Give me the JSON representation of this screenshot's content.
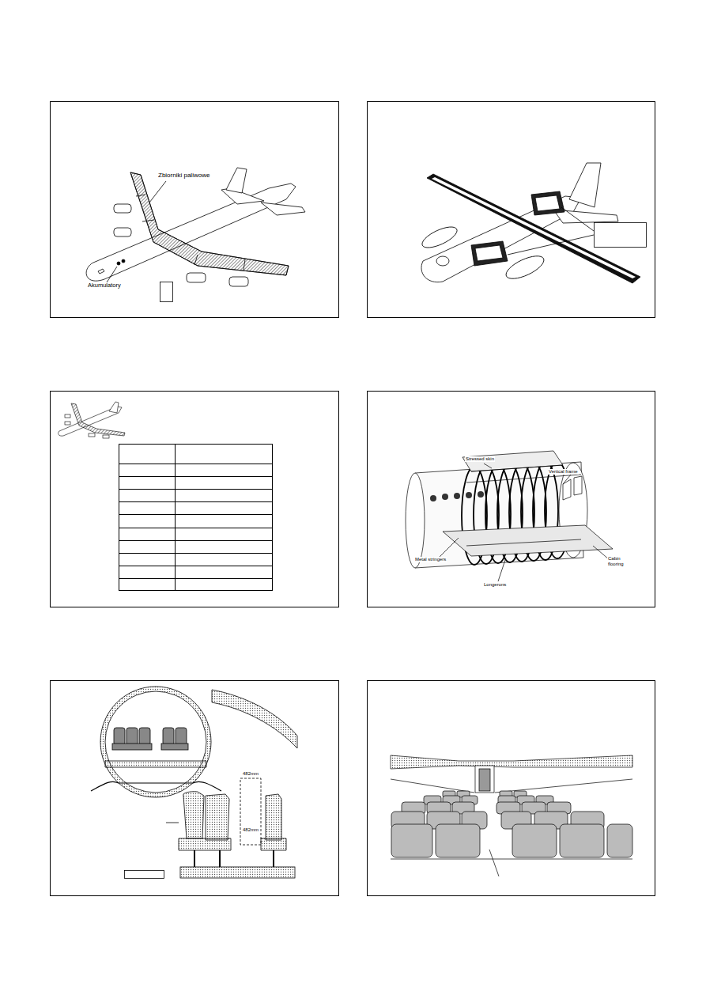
{
  "diagram": {
    "labels": [
      "Zbiorniki paliwowe",
      "Akumulatory",
      "Stressed skin",
      "Vertical frame",
      "Metal stringers",
      "Cabin flooring",
      "Longerons",
      "482mm",
      "482mm"
    ]
  }
}
